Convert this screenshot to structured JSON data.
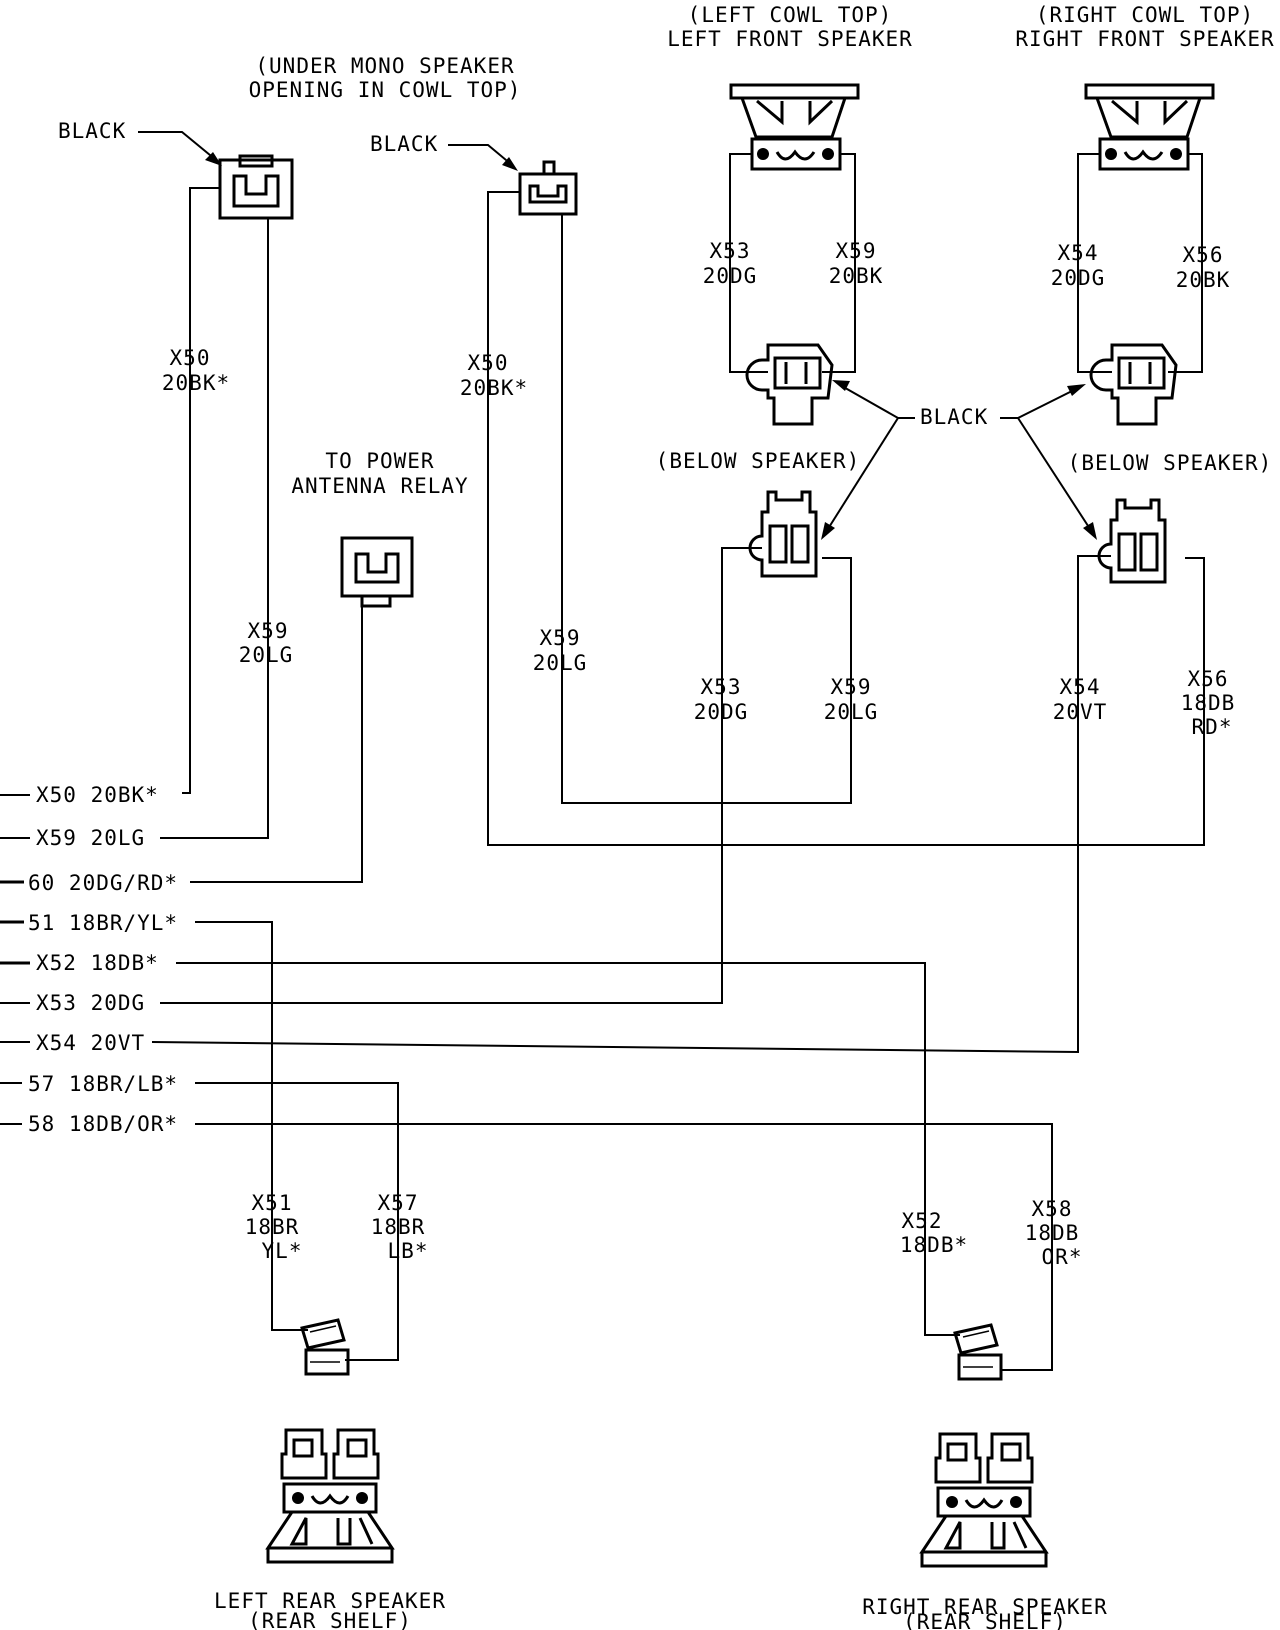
{
  "labels": {
    "under_mono_l1": "(UNDER MONO SPEAKER",
    "under_mono_l2": "OPENING IN COWL TOP)",
    "left_cowl_l1": "(LEFT COWL TOP)",
    "left_cowl_l2": "LEFT FRONT SPEAKER",
    "right_cowl_l1": "(RIGHT COWL TOP)",
    "right_cowl_l2": "RIGHT FRONT SPEAKER",
    "black": "BLACK",
    "to_power_l1": "TO POWER",
    "to_power_l2": "ANTENNA RELAY",
    "below_speaker_left": "(BELOW SPEAKER)",
    "below_speaker_right": "(BELOW SPEAKER)",
    "left_rear_l1": "LEFT REAR SPEAKER",
    "left_rear_l2": "(REAR SHELF)",
    "right_rear_l1": "RIGHT REAR SPEAKER",
    "right_rear_l2": "(REAR SHELF)"
  },
  "wires": {
    "mono_a": [
      "X50",
      "20BK*"
    ],
    "mono_b": [
      "X59",
      "20LG"
    ],
    "c2_a": [
      "X50",
      "20BK*"
    ],
    "c2_b": [
      "X59",
      "20LG"
    ],
    "lf_spk_a": [
      "X53",
      "20DG"
    ],
    "lf_spk_b": [
      "X59",
      "20BK"
    ],
    "rf_spk_a": [
      "X54",
      "20DG"
    ],
    "rf_spk_b": [
      "X56",
      "20BK"
    ],
    "lf_conn_a": [
      "X53",
      "20DG"
    ],
    "lf_conn_b": [
      "X59",
      "20LG"
    ],
    "rf_conn_a": [
      "X54",
      "20VT"
    ],
    "rf_conn_b": [
      "X56",
      "18DB",
      "RD*"
    ],
    "lr_a": [
      "X51",
      "18BR",
      "YL*"
    ],
    "lr_b": [
      "X57",
      "18BR",
      "LB*"
    ],
    "rr_a": [
      "X52",
      "18DB*"
    ],
    "rr_b": [
      "X58",
      "18DB",
      "OR*"
    ]
  },
  "harness": [
    "X50 20BK*",
    "X59 20LG",
    "60 20DG/RD*",
    "51 18BR/YL*",
    "X52 18DB*",
    "X53 20DG",
    "X54 20VT",
    "57 18BR/LB*",
    "58 18DB/OR*"
  ]
}
